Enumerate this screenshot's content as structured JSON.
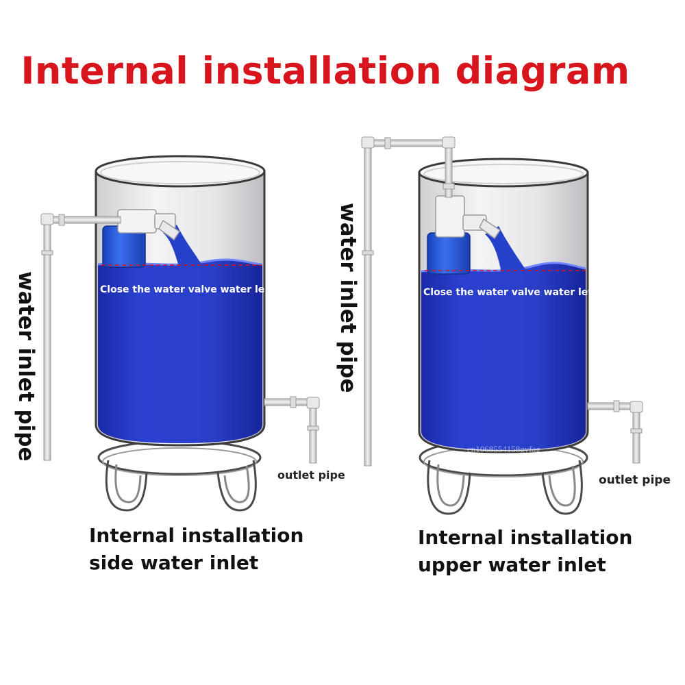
{
  "title": "Internal installation diagram",
  "left_tank": {
    "inlet_label": "water inlet pipe",
    "level_label": "Close the water valve water lev",
    "outlet_label": "outlet pipe",
    "caption_line1": "Internal installation",
    "caption_line2": "side water inlet"
  },
  "right_tank": {
    "inlet_label": "water inlet pipe",
    "level_label": "Close the water valve water lev",
    "outlet_label": "outlet pipe",
    "caption_line1": "Internal installation",
    "caption_line2": "upper water inlet"
  },
  "watermark": "cn1068554158gyfag",
  "colors": {
    "title": "#d8151c",
    "water": "#2a3fc8",
    "float": "#1f4fd6",
    "level_line": "#d8151c"
  }
}
